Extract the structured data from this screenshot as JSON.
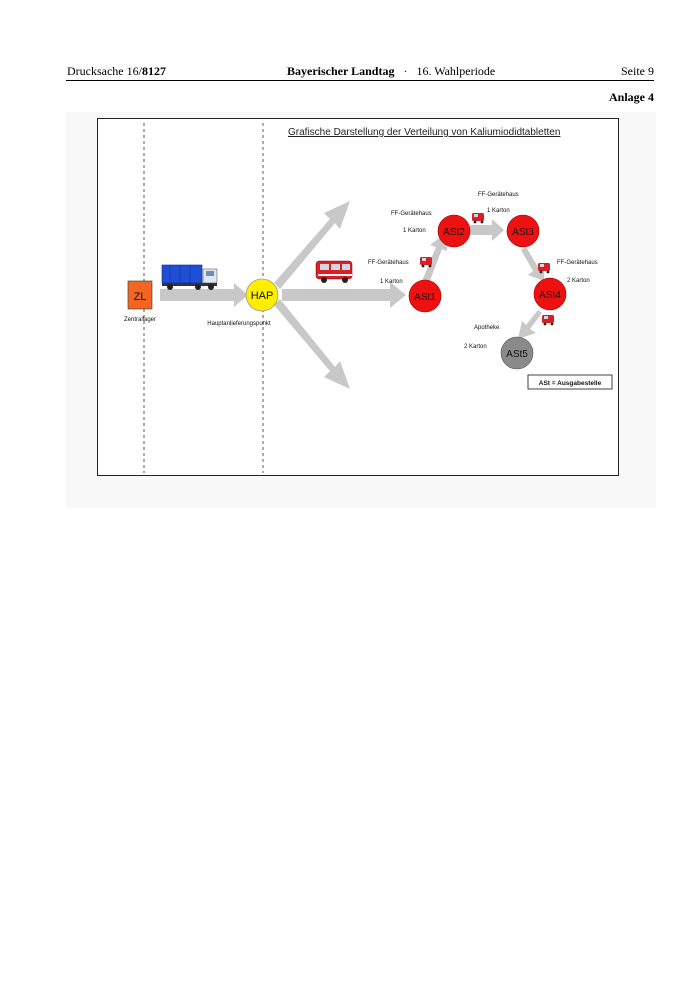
{
  "header": {
    "drucksache_prefix": "Drucksache 16/",
    "drucksache_number": "8127",
    "landtag": "Bayerischer Landtag",
    "separator": "·",
    "wahlperiode": "16. Wahlperiode",
    "seite": "Seite 9"
  },
  "anlage": "Anlage 4",
  "figure": {
    "title": "Grafische Darstellung der Verteilung von Kaliumiodidtabletten",
    "zl_label": "ZL",
    "zl_caption": "Zentrallager",
    "hap_label": "HAP",
    "hap_caption": "Hauptanlieferungspunkt",
    "nodes": [
      {
        "label": "ASt1",
        "color": "#ee1111"
      },
      {
        "label": "ASt2",
        "color": "#ee1111"
      },
      {
        "label": "ASt3",
        "color": "#ee1111"
      },
      {
        "label": "ASt4",
        "color": "#ee1111"
      },
      {
        "label": "ASt5",
        "color": "#8a8a8a"
      }
    ],
    "edge_labels": {
      "to_ast1_karton": "1 Karton",
      "ast1_ast2_haus": "FF-Gerätehaus",
      "ast1_ast2_karton": "1 Karton",
      "ast2_haus": "FF-Gerätehaus",
      "ast2_ast3_haus": "FF-Gerätehaus",
      "ast2_ast3_karton": "1 Karton",
      "ast3_ast4_haus": "FF-Gerätehaus",
      "ast3_ast4_karton": "2 Karton",
      "ast4_ast5_apotheke": "Apotheke",
      "ast5_karton": "2 Karton"
    },
    "legend": "ASt = Ausgabestelle",
    "colors": {
      "zl": "#f26522",
      "hap": "#ffee00",
      "arrow": "#c8c8c8",
      "truck_blue": "#1f4fd6"
    }
  }
}
